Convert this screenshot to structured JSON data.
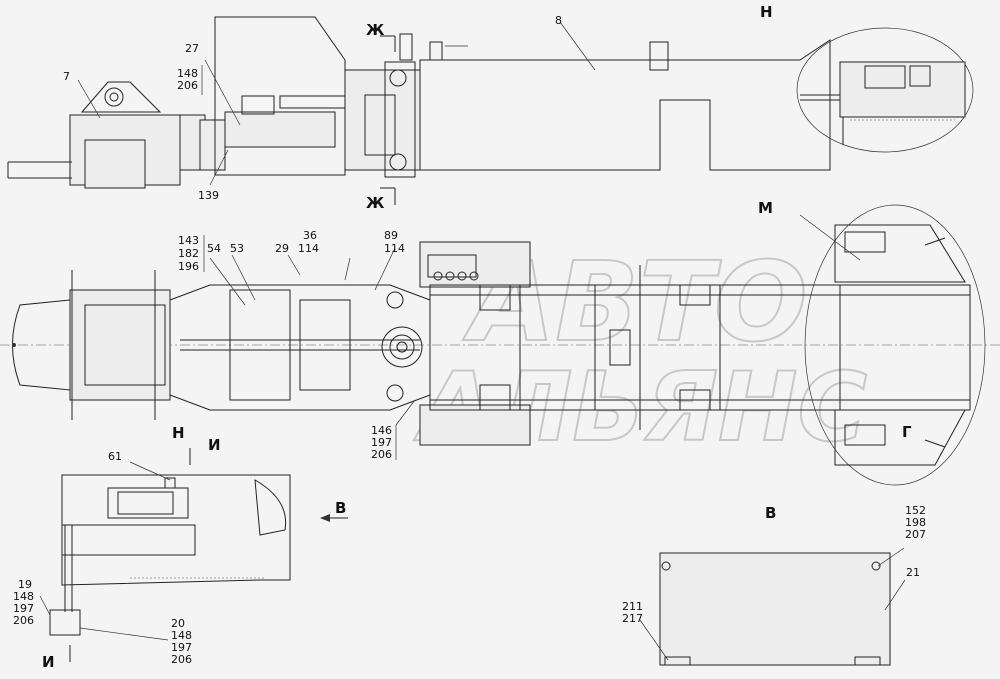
{
  "sections": {
    "zh": "Ж",
    "i": "И"
  },
  "details": {
    "n": "Н",
    "m": "М",
    "g": "Г"
  },
  "views": {
    "v": "В"
  },
  "callouts": {
    "c7": "7",
    "c27": "27",
    "c148_top": "148",
    "c206_top": "206",
    "c139": "139",
    "c8": "8",
    "c143": "143",
    "c182": "182",
    "c196": "196",
    "c54": "54",
    "c53": "53",
    "c29": "29",
    "c36": "36",
    "c114": "114",
    "c89": "89",
    "c146": "146",
    "c197": "197",
    "c206": "206",
    "c61": "61",
    "c19": "19",
    "c148": "148",
    "c20": "20",
    "c152": "152",
    "c198": "198",
    "c207": "207",
    "c21": "21",
    "c211": "211",
    "c217": "217"
  },
  "watermark": {
    "line1": "АВТО",
    "line2": "АЛЬЯНС"
  }
}
